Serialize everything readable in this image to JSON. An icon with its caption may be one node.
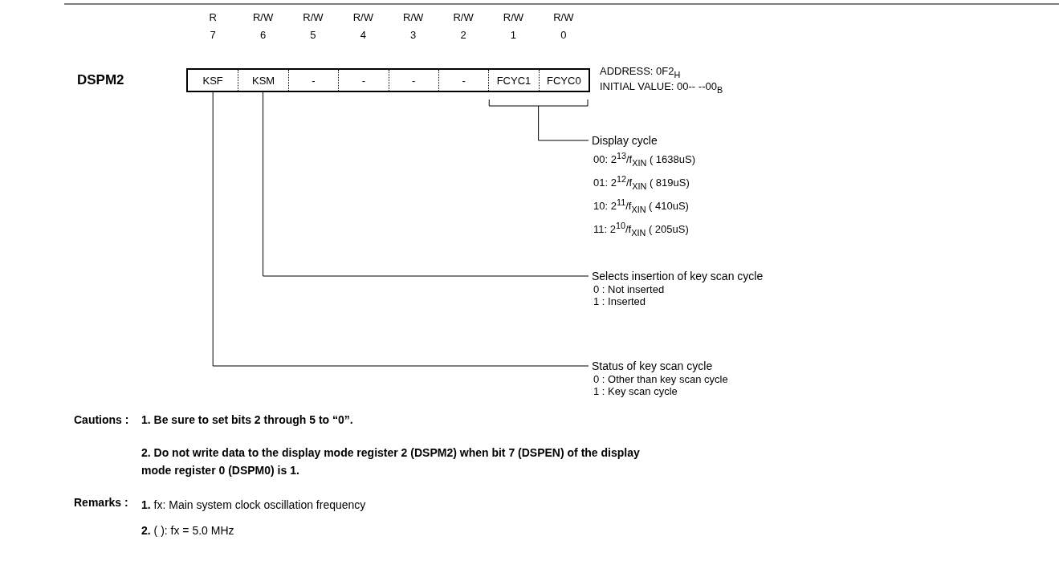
{
  "diagram": {
    "nodes": [
      {
        "text": [
          "DSPM2"
        ]
      },
      {
        "text": [
          "KSF"
        ],
        "in": 0,
        "beside": [
          "R",
          "7"
        ]
      },
      {
        "text": [
          "KSM"
        ],
        "in": 0,
        "beside": [
          "R/W",
          "6"
        ]
      },
      {
        "text": [
          "-"
        ],
        "in": 0,
        "beside": [
          "R/W",
          "5"
        ]
      },
      {
        "text": [
          "-"
        ],
        "in": 0,
        "beside": [
          "R/W",
          "4"
        ]
      },
      {
        "text": [
          "-"
        ],
        "in": 0,
        "beside": [
          "R/W",
          "3"
        ]
      },
      {
        "text": [
          "-"
        ],
        "in": 0,
        "beside": [
          "R/W",
          "2"
        ]
      },
      {
        "text": [
          "FCYC1"
        ],
        "in": 0,
        "beside": [
          "R/W",
          "1"
        ]
      },
      {
        "text": [
          "FCYC0"
        ],
        "in": 0,
        "beside": [
          "R/W",
          "0"
        ]
      },
      {
        "text": [
          "Display cycle",
          "00: 2$^{13}$/f$_{XIN}$ ( 1638uS)",
          "01: 2$^{12}$/f$_{XIN}$ ( 819uS)",
          "10: 2$^{11}$/f$_{XIN}$ ( 410uS)",
          "11: 2$^{10}$/f$_{XIN}$ ( 205uS)"
        ]
      },
      {
        "text": [
          "Selects insertion of key scan cycle",
          "0 : Not inserted",
          "1 : Inserted"
        ]
      },
      {
        "text": [
          "Status of key scan cycle",
          "0 : Other than key scan cycle",
          "1 : Key scan cycle"
        ]
      }
    ],
    "edges": [
      {
        "from": 7,
        "to": 9,
        "arrow": "none"
      },
      {
        "from": 8,
        "to": 9,
        "arrow": "none"
      },
      {
        "from": 2,
        "to": 10,
        "arrow": "none"
      },
      {
        "from": 1,
        "to": 11,
        "arrow": "none"
      }
    ],
    "labels": [
      "ADDRESS: 0F2$_{H}$",
      "INITIAL VALUE: 00-- --00$_{B}$",
      "Cautions :",
      "1. Be sure to set bits 2 through 5 to “0”.",
      "2. Do not write data to the display mode register 2 (DSPM2) when bit 7 (DSPEN) of the display mode register 0 (DSPM0) is 1.",
      "Remarks :",
      "**1.** fx: Main system clock oscillation frequency",
      "**2.** ( ): fx = 5.0 MHz"
    ]
  }
}
